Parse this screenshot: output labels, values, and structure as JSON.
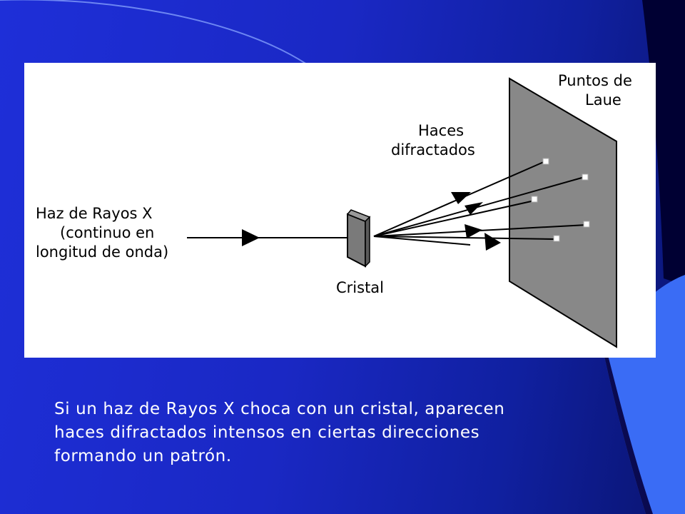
{
  "figure": {
    "incoming_beam_label": [
      "Haz de Rayos X",
      "(continuo en",
      "longitud de onda)"
    ],
    "crystal_label": "Cristal",
    "diffracted_label": [
      "Haces",
      "difractados"
    ],
    "screen_label": [
      "Puntos de",
      "Laue"
    ]
  },
  "caption": {
    "lines": [
      "Si un haz de Rayos X choca con un cristal, aparecen",
      "haces difractados intensos en ciertas direcciones",
      "formando un patrón."
    ]
  },
  "colors": {
    "slide_background": "#1e2fd8",
    "accent_band": "#3a6cf5",
    "dark_corner": "#000033",
    "screen_fill": "#888888",
    "crystal_fill": "#7a7a7a"
  }
}
